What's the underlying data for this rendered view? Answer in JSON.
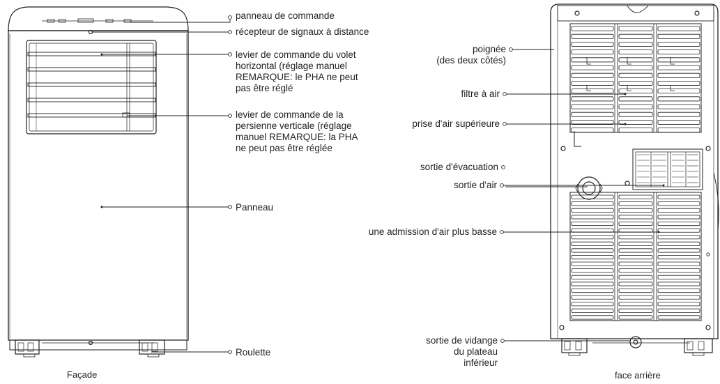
{
  "front": {
    "caption": "Façade",
    "labels": {
      "control_panel": "panneau de commande",
      "remote_receiver": "récepteur de signaux à distance",
      "horizontal_lever": "levier de commande du volet\nhorizontal (réglage manuel\nREMARQUE: le PHA ne peut\npas être réglé",
      "vertical_lever": "levier de commande de la\npersienne verticale (réglage\nmanuel REMARQUE: la PHA\nne peut pas être réglée",
      "panel": "Panneau",
      "caster": "Roulette"
    }
  },
  "rear": {
    "caption": "face arrière",
    "labels": {
      "handle": "poignée\n(des deux côtés)",
      "air_filter": "filtre à air",
      "upper_intake": "prise d'air supérieure",
      "exhaust_outlet": "sortie d'évacuation",
      "air_outlet": "sortie d'air",
      "lower_intake": "une admission d'air plus basse",
      "drain_outlet": "sortie de vidange\ndu plateau\ninférieur"
    }
  }
}
